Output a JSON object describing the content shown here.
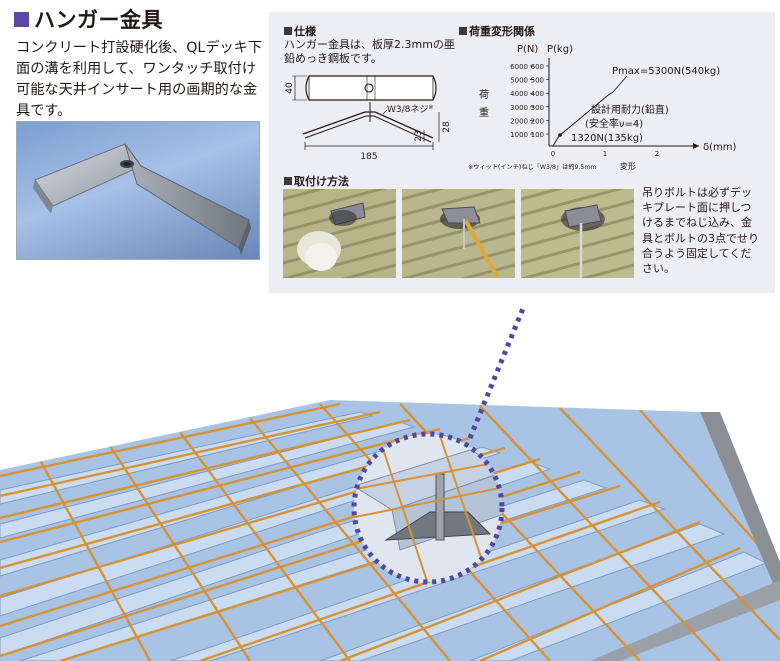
{
  "header": {
    "title": "ハンガー金具",
    "intro": "コンクリート打設硬化後、QLデッキ下面の溝を利用して、ワンタッチ取付け可能な天井インサート用の画期的な金具です。"
  },
  "spec": {
    "heading": "仕様",
    "text": "ハンガー金具は、板厚2.3mmの亜鉛めっき鋼板です。",
    "diagram": {
      "dim_height": "40",
      "dim_length": "185",
      "dim_28": "28",
      "dim_23": "23",
      "screw_label": "W3/8ネジ",
      "screw_mark": "※"
    }
  },
  "graph": {
    "heading": "荷重変形関係",
    "ylabel_n": "P(N)",
    "ylabel_kg": "P(kg)",
    "y_axis_title_1": "荷",
    "y_axis_title_2": "重",
    "n_ticks": [
      "6000",
      "5000",
      "4000",
      "3000",
      "2000",
      "1000"
    ],
    "kg_ticks": [
      "600",
      "500",
      "400",
      "300",
      "200",
      "100"
    ],
    "x_ticks": [
      "0",
      "1",
      "2"
    ],
    "xlabel": "δ(mm)",
    "x_axis_title": "変形",
    "pmax": "Pmax=5300N(540kg)",
    "design_1": "設計用耐力(鉛直)",
    "design_2": "(安全率ν=4)",
    "design_3": "1320N(135kg)",
    "footnote": "※ウィット(インチ)ねじ「W3/8」は約9.5mm",
    "accent_color": "#231815"
  },
  "mounting": {
    "heading": "取付け方法",
    "note": "吊りボルトは必ずデッキプレート面に押しつけるまでねじ込み、金具とボルトの3点でせり合うよう固定してください。"
  },
  "colors": {
    "title_square": "#5a4aa6",
    "panel_bg": "#eceef4",
    "deck_blue": "#a9c3e4",
    "rebar": "#d79235",
    "callout_dots": "#5047a3"
  }
}
